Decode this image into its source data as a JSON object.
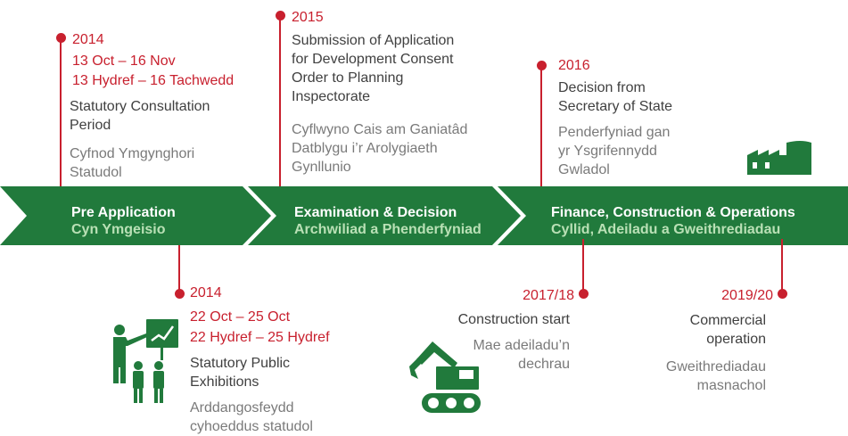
{
  "colors": {
    "green": "#217a3c",
    "red": "#c8202e",
    "light_green": "#b9e0b5"
  },
  "phases": [
    {
      "en": "Pre Application",
      "cy": "Cyn Ymgeisio"
    },
    {
      "en": "Examination & Decision",
      "cy": "Archwiliad a Phenderfyniad"
    },
    {
      "en": "Finance, Construction & Operations",
      "cy": "Cyllid, Adeiladu a Gweithrediadau"
    }
  ],
  "top_events": [
    {
      "year": "2014",
      "dates": [
        "13 Oct – 16 Nov",
        "13 Hydref – 16 Tachwedd"
      ],
      "en": [
        "Statutory Consultation",
        "Period"
      ],
      "cy": [
        "Cyfnod Ymgynghori",
        "Statudol"
      ]
    },
    {
      "year": "2015",
      "en": [
        "Submission of Application",
        "for Development Consent",
        "Order to Planning",
        "Inspectorate"
      ],
      "cy": [
        "Cyflwyno Cais am Ganiatâd",
        "Datblygu i’r Arolygiaeth",
        "Gynllunio"
      ]
    },
    {
      "year": "2016",
      "en": [
        "Decision from",
        "Secretary of State"
      ],
      "cy": [
        "Penderfyniad gan",
        "yr Ysgrifennydd",
        "Gwladol"
      ]
    }
  ],
  "bottom_events": [
    {
      "year": "2014",
      "dates": [
        "22 Oct – 25 Oct",
        "22 Hydref – 25 Hydref"
      ],
      "en": [
        "Statutory Public",
        "Exhibitions"
      ],
      "cy": [
        "Arddangosfeydd",
        "cyhoeddus statudol"
      ]
    },
    {
      "year": "2017/18",
      "en": [
        "Construction start"
      ],
      "cy": [
        "Mae adeiladu’n",
        "dechrau"
      ]
    },
    {
      "year": "2019/20",
      "en": [
        "Commercial",
        "operation"
      ],
      "cy": [
        "Gweithrediadau",
        "masnachol"
      ]
    }
  ],
  "icons": [
    "factory-icon",
    "presentation-people-icon",
    "excavator-icon"
  ]
}
